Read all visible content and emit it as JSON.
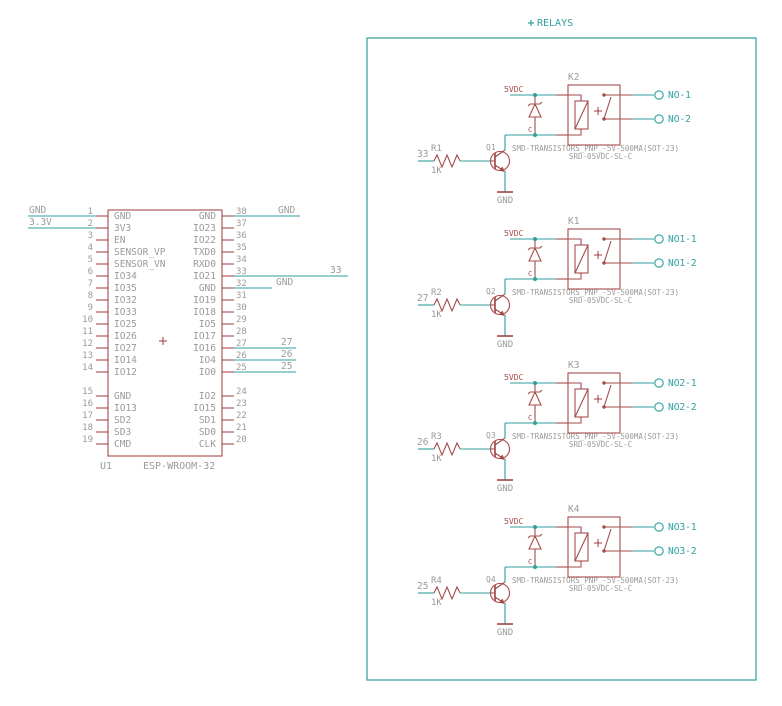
{
  "title": "RELAYS",
  "colors": {
    "symbol": "#a54b4b",
    "wire": "#2f9e9e",
    "text": "#9a9a9a"
  },
  "esp": {
    "refdes": "U1",
    "part": "ESP-WROOM-32",
    "left_pins": [
      {
        "num": "1",
        "name": "GND",
        "net": "GND"
      },
      {
        "num": "2",
        "name": "3V3",
        "net": "3.3V"
      },
      {
        "num": "3",
        "name": "EN"
      },
      {
        "num": "4",
        "name": "SENSOR_VP"
      },
      {
        "num": "5",
        "name": "SENSOR_VN"
      },
      {
        "num": "6",
        "name": "IO34"
      },
      {
        "num": "7",
        "name": "IO35"
      },
      {
        "num": "8",
        "name": "IO32"
      },
      {
        "num": "9",
        "name": "IO33"
      },
      {
        "num": "10",
        "name": "IO25"
      },
      {
        "num": "11",
        "name": "IO26"
      },
      {
        "num": "12",
        "name": "IO27"
      },
      {
        "num": "13",
        "name": "IO14"
      },
      {
        "num": "14",
        "name": "IO12"
      },
      {
        "num": "15",
        "name": "GND"
      },
      {
        "num": "16",
        "name": "IO13"
      },
      {
        "num": "17",
        "name": "SD2"
      },
      {
        "num": "18",
        "name": "SD3"
      },
      {
        "num": "19",
        "name": "CMD"
      }
    ],
    "right_pins": [
      {
        "num": "38",
        "name": "GND",
        "net": "GND"
      },
      {
        "num": "37",
        "name": "IO23"
      },
      {
        "num": "36",
        "name": "IO22"
      },
      {
        "num": "35",
        "name": "TXD0"
      },
      {
        "num": "34",
        "name": "RXD0"
      },
      {
        "num": "33",
        "name": "IO21",
        "net": "33"
      },
      {
        "num": "32",
        "name": "GND",
        "net": "GND"
      },
      {
        "num": "31",
        "name": "IO19"
      },
      {
        "num": "30",
        "name": "IO18"
      },
      {
        "num": "29",
        "name": "IO5"
      },
      {
        "num": "28",
        "name": "IO17"
      },
      {
        "num": "27",
        "name": "IO16",
        "net": "27"
      },
      {
        "num": "26",
        "name": "IO4",
        "net": "26"
      },
      {
        "num": "25",
        "name": "IO0",
        "net": "25"
      },
      {
        "num": "24",
        "name": "IO2"
      },
      {
        "num": "23",
        "name": "IO15"
      },
      {
        "num": "22",
        "name": "SD1"
      },
      {
        "num": "21",
        "name": "SD0"
      },
      {
        "num": "20",
        "name": "CLK"
      }
    ]
  },
  "relays": {
    "frame_title": "RELAYS",
    "supply_net": "5VDC",
    "ground_net": "GND",
    "collector_pin_label": "C",
    "relay_value": "SRD-05VDC-SL-C",
    "transistor_value": "SMD-TRANSISTORS_PNP_-5V-500MA(SOT-23)",
    "circuits": [
      {
        "relay": "K2",
        "transistor": "Q1",
        "resistor": "R1",
        "resistor_value": "1K",
        "input_net": "33",
        "outputs": [
          "NO-1",
          "NO-2"
        ]
      },
      {
        "relay": "K1",
        "transistor": "Q2",
        "resistor": "R2",
        "resistor_value": "1K",
        "input_net": "27",
        "outputs": [
          "NO1-1",
          "NO1-2"
        ]
      },
      {
        "relay": "K3",
        "transistor": "Q3",
        "resistor": "R3",
        "resistor_value": "1K",
        "input_net": "26",
        "outputs": [
          "NO2-1",
          "NO2-2"
        ]
      },
      {
        "relay": "K4",
        "transistor": "Q4",
        "resistor": "R4",
        "resistor_value": "1K",
        "input_net": "25",
        "outputs": [
          "NO3-1",
          "NO3-2"
        ]
      }
    ]
  }
}
